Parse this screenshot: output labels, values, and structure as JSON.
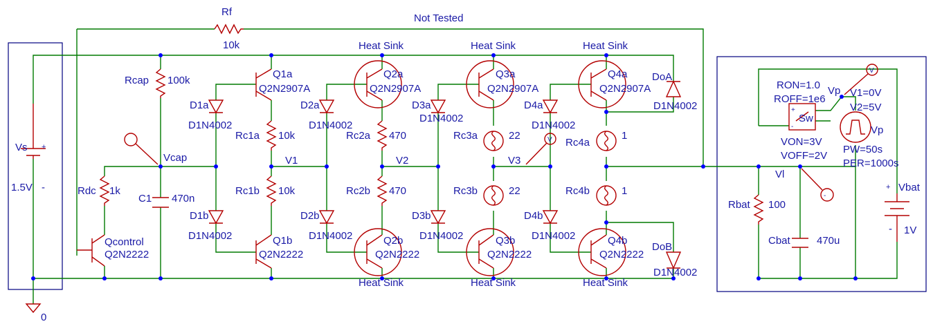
{
  "labels": {
    "rf": "Rf",
    "rf_val": "10k",
    "not_tested": "Not Tested",
    "vs": "Vs",
    "vs_val": "1.5V",
    "plus": "+",
    "minus": "-",
    "gnd": "0",
    "rcap": "Rcap",
    "rcap_val": "100k",
    "vcap": "Vcap",
    "c1": "C1",
    "c1_val": "470n",
    "rdc": "Rdc",
    "rdc_val": "1k",
    "qcontrol": "Qcontrol",
    "q2n2222": "Q2N2222",
    "q2n2907a": "Q2N2907A",
    "d1a": "D1a",
    "d1b": "D1b",
    "d2a": "D2a",
    "d2b": "D2b",
    "d3a": "D3a",
    "d3b": "D3b",
    "d4a": "D4a",
    "d4b": "D4b",
    "d1n4002": "D1N4002",
    "q1a": "Q1a",
    "q1b": "Q1b",
    "q2a": "Q2a",
    "q2b": "Q2b",
    "q3a": "Q3a",
    "q3b": "Q3b",
    "q4a": "Q4a",
    "q4b": "Q4b",
    "rc1a": "Rc1a",
    "rc1a_val": "10k",
    "rc1b": "Rc1b",
    "rc1b_val": "10k",
    "rc2a": "Rc2a",
    "rc2a_val": "470",
    "rc2b": "Rc2b",
    "rc2b_val": "470",
    "rc3a": "Rc3a",
    "rc3a_val": "22",
    "rc3b": "Rc3b",
    "rc3b_val": "22",
    "rc4a": "Rc4a",
    "rc4a_val": "1",
    "rc4b": "Rc4b",
    "rc4b_val": "1",
    "v1": "V1",
    "v2": "V2",
    "v3": "V3",
    "vl": "Vl",
    "heat_sink": "Heat Sink",
    "doa": "DoA",
    "dob": "DoB",
    "ron": "RON=1.0",
    "roff": "ROFF=1e6",
    "von": "VON=3V",
    "voff": "VOFF=2V",
    "sw": "Sw",
    "vp": "Vp",
    "v1eq": "V1=0V",
    "v2eq": "V2=5V",
    "pw": "PW=50s",
    "per": "PER=1000s",
    "rbat": "Rbat",
    "rbat_val": "100",
    "cbat": "Cbat",
    "cbat_val": "470u",
    "vbat": "Vbat",
    "vbat_val": "1V",
    "probe_v": "V"
  }
}
